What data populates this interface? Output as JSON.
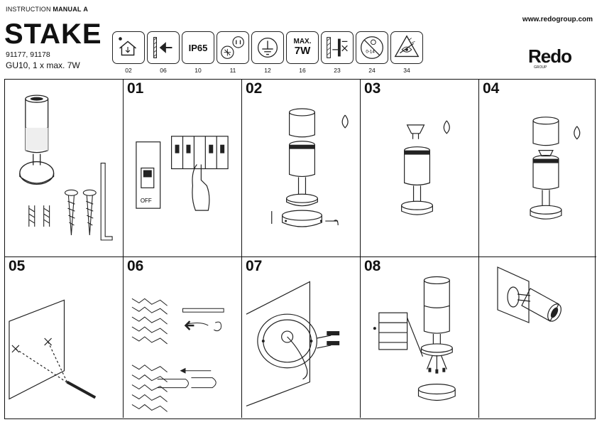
{
  "header": {
    "instruction_prefix": "INSTRUCTION",
    "manual_label": "MANUAL",
    "manual_letter": "A",
    "product_name": "STAKE",
    "product_codes": "91177, 91178",
    "spec": "GU10, 1 x max. 7W",
    "website": "www.redogroup.com",
    "brand": "Redo",
    "brand_sub": "GROUP"
  },
  "spec_icons": [
    {
      "name": "outdoor-use-icon",
      "text": "",
      "number": "02"
    },
    {
      "name": "wall-mount-icon",
      "text": "",
      "number": "06"
    },
    {
      "name": "ip-rating-icon",
      "text": "IP65",
      "number": "10"
    },
    {
      "name": "class-icon",
      "text": "",
      "number": "11"
    },
    {
      "name": "earth-ground-icon",
      "text": "",
      "number": "12"
    },
    {
      "name": "max-power-icon",
      "text": "MAX.",
      "text2": "7W",
      "number": "16"
    },
    {
      "name": "no-cover-icon",
      "text": "",
      "number": "23"
    },
    {
      "name": "no-children-icon",
      "text": "0-14",
      "number": "24"
    },
    {
      "name": "no-look-light-icon",
      "text": "",
      "number": "34"
    }
  ],
  "steps": [
    {
      "label": ""
    },
    {
      "label": "01",
      "switch_text": "OFF"
    },
    {
      "label": "02"
    },
    {
      "label": "03"
    },
    {
      "label": "04"
    },
    {
      "label": "05"
    },
    {
      "label": "06"
    },
    {
      "label": "07"
    },
    {
      "label": "08"
    },
    {
      "label": ""
    }
  ]
}
